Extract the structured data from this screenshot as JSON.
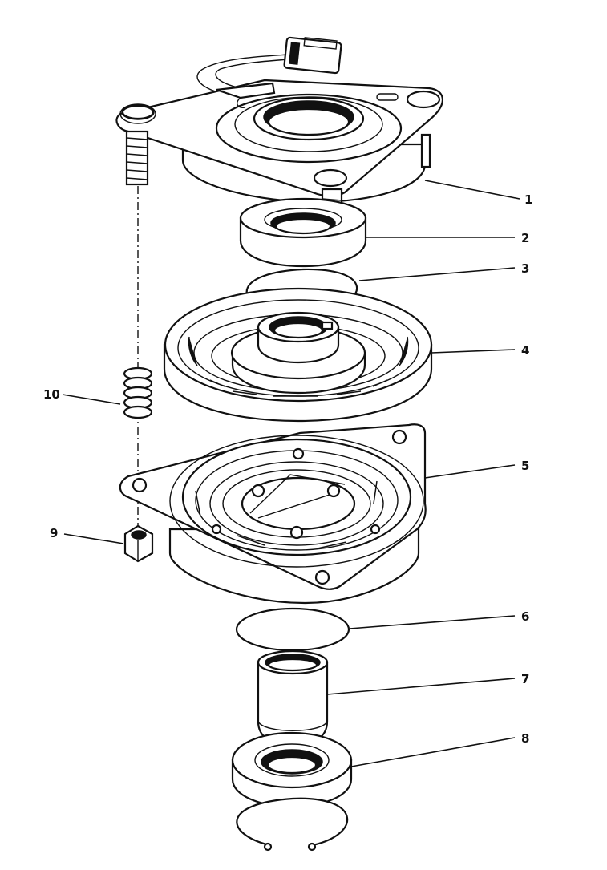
{
  "diagram": {
    "callouts": [
      {
        "id": "1",
        "label": "1"
      },
      {
        "id": "2",
        "label": "2"
      },
      {
        "id": "3",
        "label": "3"
      },
      {
        "id": "4",
        "label": "4"
      },
      {
        "id": "5",
        "label": "5"
      },
      {
        "id": "6",
        "label": "6"
      },
      {
        "id": "7",
        "label": "7"
      },
      {
        "id": "8",
        "label": "8"
      },
      {
        "id": "9",
        "label": "9"
      },
      {
        "id": "10",
        "label": "10"
      }
    ],
    "colors": {
      "ink": "#111111",
      "paper": "#ffffff"
    }
  }
}
